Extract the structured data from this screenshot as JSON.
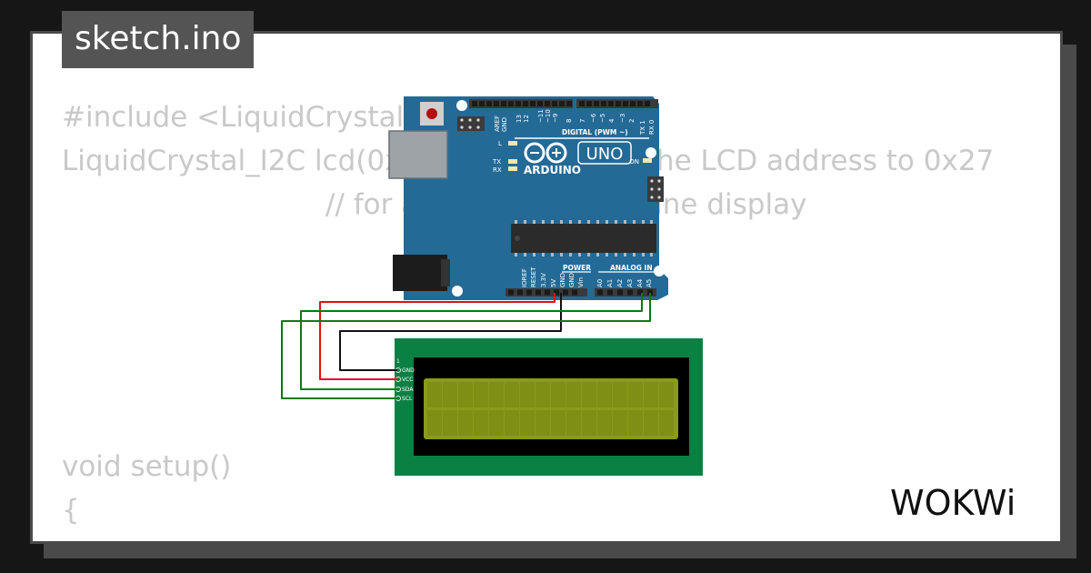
{
  "file": {
    "name": "sketch.ino"
  },
  "code": {
    "lines": [
      "#include <LiquidCrystal_I2C.h>",
      "LiquidCrystal_I2C lcd(0x27, 16, 2);  // set the LCD address to 0x27",
      "// for a 16 chars and 2 line display",
      "void setup()",
      "{"
    ]
  },
  "board": {
    "brand_label": "ARDUINO",
    "model_label": "UNO",
    "digital_header_label": "DIGITAL (PWM ~)",
    "power_header_label": "POWER",
    "analog_header_label": "ANALOG IN",
    "led_labels": [
      "L",
      "TX",
      "RX"
    ],
    "on_label": "ON",
    "digital_pin_labels": [
      "AREF",
      "GND",
      "13",
      "12",
      "~11",
      "~10",
      "~9",
      "8",
      "7",
      "~6",
      "~5",
      "4",
      "~3",
      "2",
      "TX 1",
      "RX 0"
    ],
    "power_pin_labels": [
      "IOREF",
      "RESET",
      "3.3V",
      "5V",
      "GND",
      "GND",
      "Vin"
    ],
    "analog_pin_labels": [
      "A0",
      "A1",
      "A2",
      "A3",
      "A4",
      "A5"
    ]
  },
  "lcd": {
    "pin_number_label": "1",
    "pin_labels": [
      "GND",
      "VCC",
      "SDA",
      "SCL"
    ],
    "backlight_color": "#8a9a1a",
    "pcb_color": "#0b8043"
  },
  "wires": {
    "power_color": "#e01010",
    "ground_color": "#111111",
    "signal_color": "#0a7a10"
  },
  "brand": {
    "logo_text": "WOKWi"
  },
  "colors": {
    "board_blue": "#246a96",
    "background": "#161616",
    "card": "#ffffff",
    "code_text": "#c9c9c9",
    "tab_bg": "#545454"
  }
}
